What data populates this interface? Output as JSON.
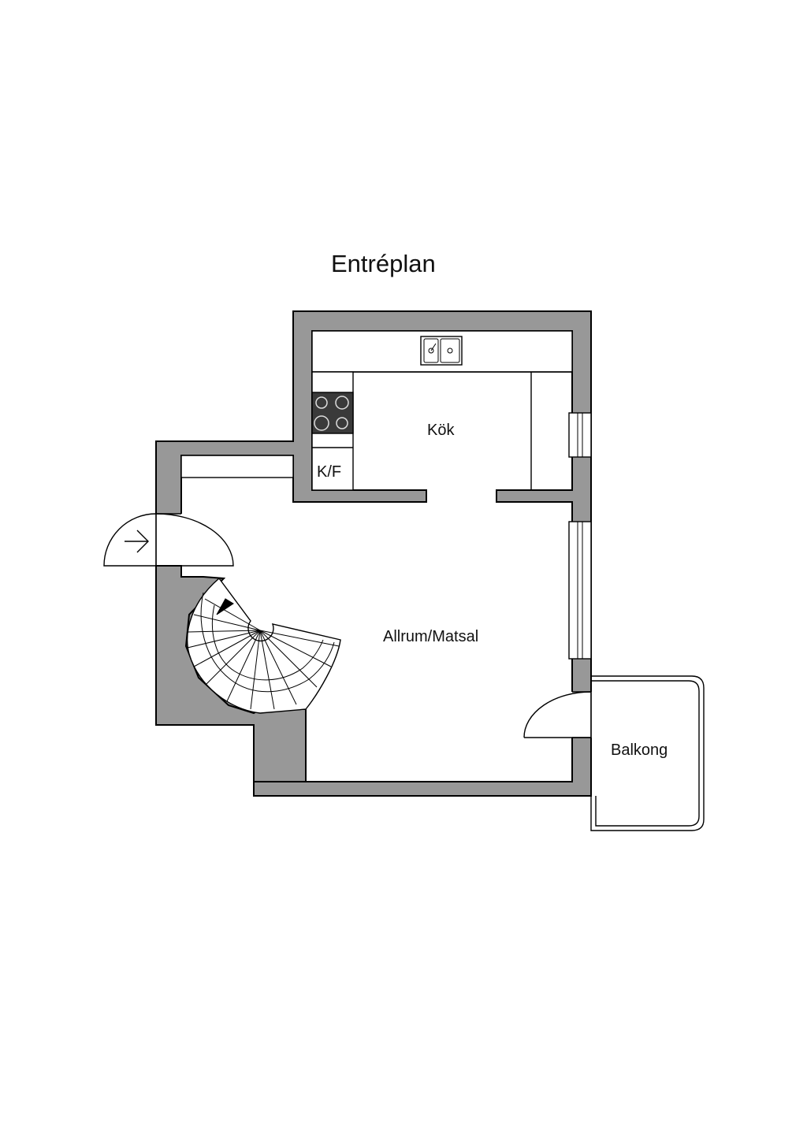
{
  "title": "Entréplan",
  "rooms": {
    "kitchen": "Kök",
    "fridge_freezer": "K/F",
    "living_dining": "Allrum/Matsal",
    "balcony": "Balkong"
  },
  "colors": {
    "wall": "#989898",
    "line": "#000000",
    "background": "#ffffff"
  },
  "icons": [
    "entrance-arrow-icon",
    "sink-icon",
    "stove-icon",
    "stair-direction-arrow-icon"
  ]
}
